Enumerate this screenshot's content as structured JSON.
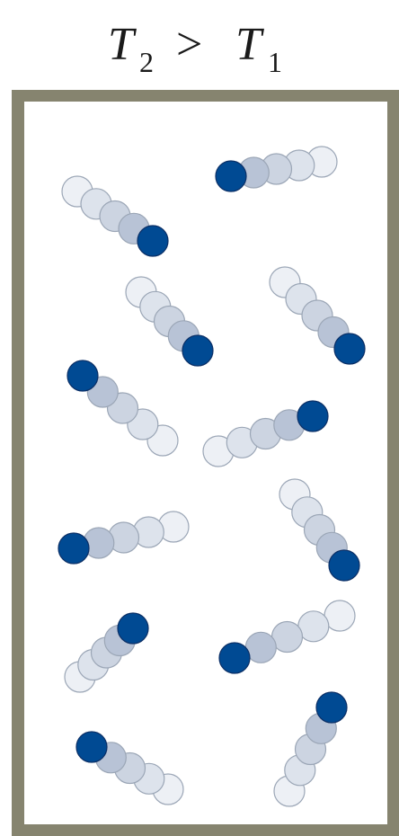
{
  "title": {
    "temp_high_symbol": "T",
    "temp_high_subscript": "2",
    "comparison_operator": ">",
    "temp_low_symbol": "T",
    "temp_low_subscript": "1"
  },
  "colors": {
    "container_wall": "#86846f",
    "container_inner": "#ffffff",
    "particle_head": "#004a93",
    "particle_head_outline": "#0b2f66",
    "trail_1": "#b8c3d6",
    "trail_2": "#ccd4e1",
    "trail_3": "#dde3ec",
    "trail_4": "#edf0f5",
    "trail_outline": "#9ba6b6"
  },
  "particles": [
    {
      "id": "particle-1",
      "direction": "down-right"
    },
    {
      "id": "particle-2",
      "direction": "left"
    },
    {
      "id": "particle-3",
      "direction": "down-right"
    },
    {
      "id": "particle-4",
      "direction": "down-right"
    },
    {
      "id": "particle-5",
      "direction": "up-left"
    },
    {
      "id": "particle-6",
      "direction": "up-right"
    },
    {
      "id": "particle-7",
      "direction": "left"
    },
    {
      "id": "particle-8",
      "direction": "down-right"
    },
    {
      "id": "particle-9",
      "direction": "up-right"
    },
    {
      "id": "particle-10",
      "direction": "left"
    },
    {
      "id": "particle-11",
      "direction": "up-left"
    },
    {
      "id": "particle-12",
      "direction": "up-right"
    }
  ]
}
